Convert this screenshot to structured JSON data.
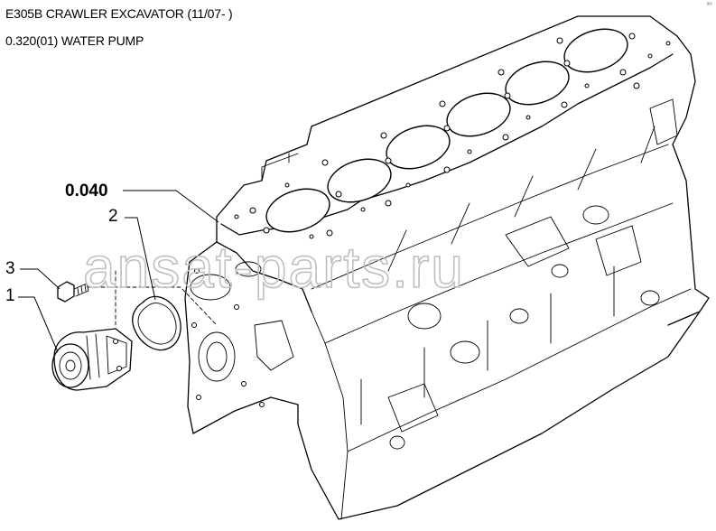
{
  "header": {
    "title": "E305B CRAWLER EXCAVATOR (11/07- )",
    "subtitle": "0.320(01) WATER PUMP"
  },
  "corner_mark": "ᵃˡᵉ",
  "watermark": "ansat-parts.ru",
  "callouts": [
    {
      "id": "block",
      "label": "0.040"
    },
    {
      "id": "gasket",
      "label": "2"
    },
    {
      "id": "bolt",
      "label": "3"
    },
    {
      "id": "pump",
      "label": "1"
    }
  ],
  "colors": {
    "ink": "#000000",
    "watermark": "#bfbfbf",
    "background": "#ffffff"
  }
}
